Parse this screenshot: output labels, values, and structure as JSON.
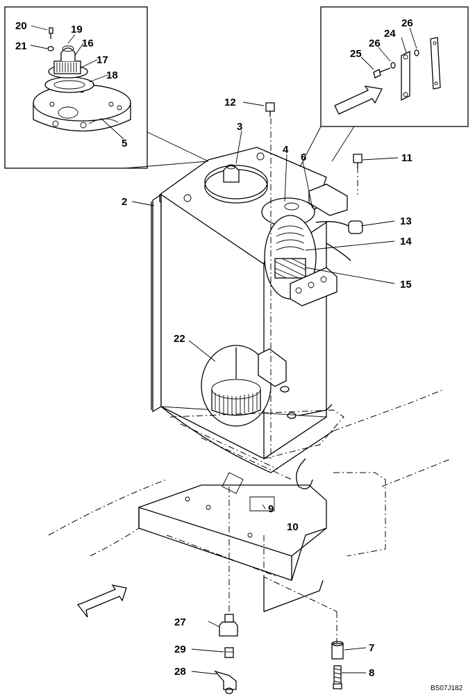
{
  "callouts": [
    {
      "id": "c20",
      "label": "20"
    },
    {
      "id": "c19",
      "label": "19"
    },
    {
      "id": "c21",
      "label": "21"
    },
    {
      "id": "c16",
      "label": "16"
    },
    {
      "id": "c17",
      "label": "17"
    },
    {
      "id": "c18",
      "label": "18"
    },
    {
      "id": "c5",
      "label": "5"
    },
    {
      "id": "c12",
      "label": "12"
    },
    {
      "id": "c3",
      "label": "3"
    },
    {
      "id": "c4",
      "label": "4"
    },
    {
      "id": "c6",
      "label": "6"
    },
    {
      "id": "c11",
      "label": "11"
    },
    {
      "id": "c2",
      "label": "2"
    },
    {
      "id": "c13",
      "label": "13"
    },
    {
      "id": "c14",
      "label": "14"
    },
    {
      "id": "c15",
      "label": "15"
    },
    {
      "id": "c22",
      "label": "22"
    },
    {
      "id": "c9",
      "label": "9"
    },
    {
      "id": "c10",
      "label": "10"
    },
    {
      "id": "c27",
      "label": "27"
    },
    {
      "id": "c7",
      "label": "7"
    },
    {
      "id": "c29",
      "label": "29"
    },
    {
      "id": "c28",
      "label": "28"
    },
    {
      "id": "c8",
      "label": "8"
    },
    {
      "id": "c26a",
      "label": "26"
    },
    {
      "id": "c24",
      "label": "24"
    },
    {
      "id": "c26b",
      "label": "26"
    },
    {
      "id": "c25",
      "label": "25"
    }
  ],
  "drawing_code": "BS07J182"
}
